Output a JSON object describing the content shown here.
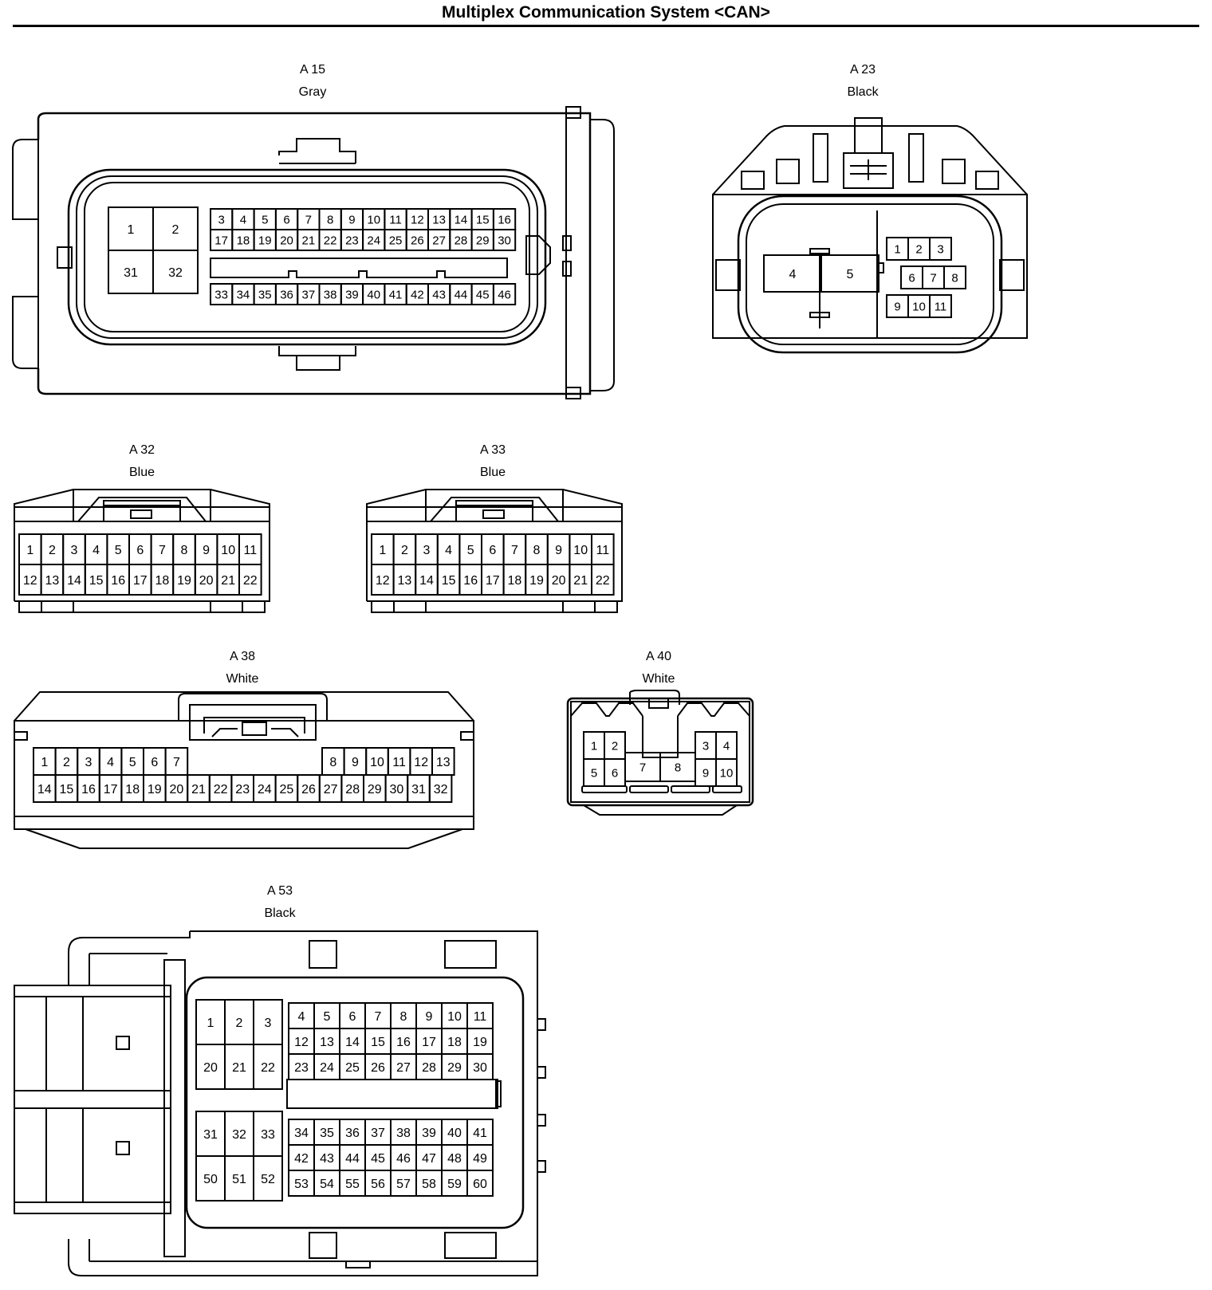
{
  "page": {
    "title": "Multiplex Communication System <CAN>"
  },
  "connectors": [
    {
      "id": "A 15",
      "color": "Gray"
    },
    {
      "id": "A 23",
      "color": "Black"
    },
    {
      "id": "A 32",
      "color": "Blue"
    },
    {
      "id": "A 33",
      "color": "Blue"
    },
    {
      "id": "A 38",
      "color": "White"
    },
    {
      "id": "A 40",
      "color": "White"
    },
    {
      "id": "A 53",
      "color": "Black"
    }
  ],
  "pins": {
    "a15_big": [
      "1",
      "2",
      "31",
      "32"
    ],
    "a15_row1": [
      "3",
      "4",
      "5",
      "6",
      "7",
      "8",
      "9",
      "10",
      "11",
      "12",
      "13",
      "14",
      "15",
      "16"
    ],
    "a15_row2": [
      "17",
      "18",
      "19",
      "20",
      "21",
      "22",
      "23",
      "24",
      "25",
      "26",
      "27",
      "28",
      "29",
      "30"
    ],
    "a15_row3": [
      "33",
      "34",
      "35",
      "36",
      "37",
      "38",
      "39",
      "40",
      "41",
      "42",
      "43",
      "44",
      "45",
      "46"
    ],
    "a23_big": [
      "4",
      "5"
    ],
    "a23_row1": [
      "1",
      "2",
      "3"
    ],
    "a23_row2": [
      "6",
      "7",
      "8"
    ],
    "a23_row3": [
      "9",
      "10",
      "11"
    ],
    "a32_row1": [
      "1",
      "2",
      "3",
      "4",
      "5",
      "6",
      "7",
      "8",
      "9",
      "10",
      "11"
    ],
    "a32_row2": [
      "12",
      "13",
      "14",
      "15",
      "16",
      "17",
      "18",
      "19",
      "20",
      "21",
      "22"
    ],
    "a33_row1": [
      "1",
      "2",
      "3",
      "4",
      "5",
      "6",
      "7",
      "8",
      "9",
      "10",
      "11"
    ],
    "a33_row2": [
      "12",
      "13",
      "14",
      "15",
      "16",
      "17",
      "18",
      "19",
      "20",
      "21",
      "22"
    ],
    "a38_row1_left": [
      "1",
      "2",
      "3",
      "4",
      "5",
      "6",
      "7"
    ],
    "a38_row1_right": [
      "8",
      "9",
      "10",
      "11",
      "12",
      "13"
    ],
    "a38_row2": [
      "14",
      "15",
      "16",
      "17",
      "18",
      "19",
      "20",
      "21",
      "22",
      "23",
      "24",
      "25",
      "26",
      "27",
      "28",
      "29",
      "30",
      "31",
      "32"
    ],
    "a40": [
      "1",
      "2",
      "5",
      "6",
      "7",
      "8",
      "3",
      "4",
      "9",
      "10"
    ],
    "a53_big_top": [
      "1",
      "2",
      "3",
      "20",
      "21",
      "22"
    ],
    "a53_big_bottom": [
      "31",
      "32",
      "33",
      "50",
      "51",
      "52"
    ],
    "a53_row1": [
      "4",
      "5",
      "6",
      "7",
      "8",
      "9",
      "10",
      "11"
    ],
    "a53_row2": [
      "12",
      "13",
      "14",
      "15",
      "16",
      "17",
      "18",
      "19"
    ],
    "a53_row3": [
      "23",
      "24",
      "25",
      "26",
      "27",
      "28",
      "29",
      "30"
    ],
    "a53_row4": [
      "34",
      "35",
      "36",
      "37",
      "38",
      "39",
      "40",
      "41"
    ],
    "a53_row5": [
      "42",
      "43",
      "44",
      "45",
      "46",
      "47",
      "48",
      "49"
    ],
    "a53_row6": [
      "53",
      "54",
      "55",
      "56",
      "57",
      "58",
      "59",
      "60"
    ]
  }
}
